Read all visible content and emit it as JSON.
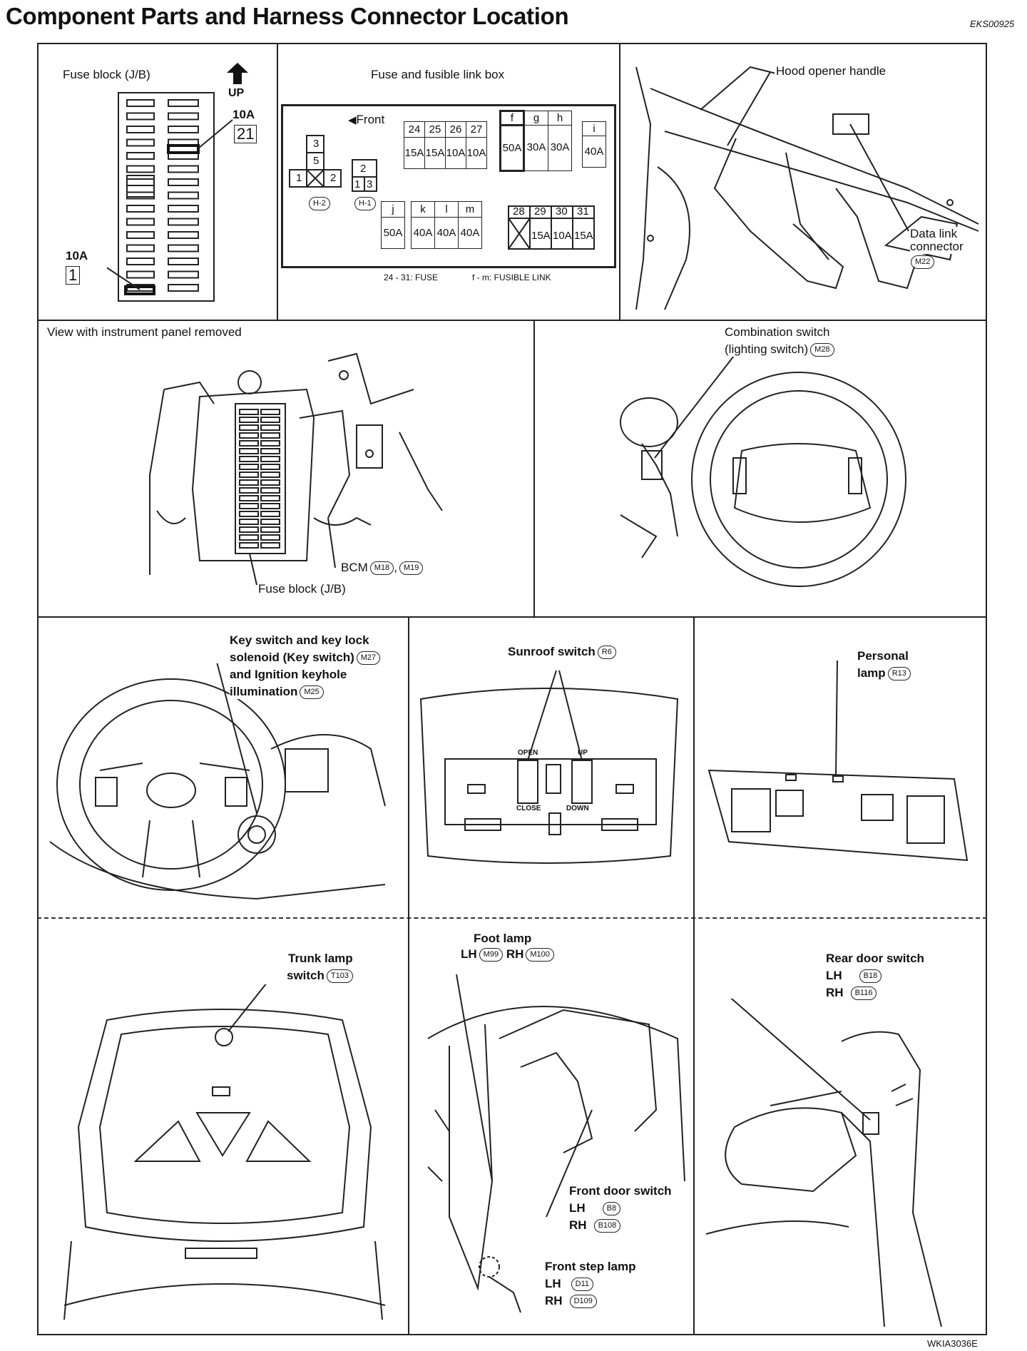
{
  "page": {
    "title": "Component Parts and Harness Connector Location",
    "code": "EKS00925",
    "figure_code": "WKIA3036E"
  },
  "fuse_block": {
    "title": "Fuse block (J/B)",
    "up": "UP",
    "top_rating": "10A",
    "top_number": "21",
    "bottom_rating": "10A",
    "bottom_number": "1"
  },
  "fuse_box": {
    "title": "Fuse and fusible link box",
    "front": "Front",
    "relay_h2": [
      "3",
      "5",
      "1",
      "2"
    ],
    "relay_h2_tag": "H-2",
    "relay_h1": [
      "2",
      "1",
      "3"
    ],
    "relay_h1_tag": "H-1",
    "top_fuses": {
      "numbers": [
        "24",
        "25",
        "26",
        "27"
      ],
      "ratings": [
        "15A",
        "15A",
        "10A",
        "10A"
      ]
    },
    "top_links": {
      "letters": [
        "f",
        "g",
        "h"
      ],
      "ratings": [
        "50A",
        "30A",
        "30A"
      ]
    },
    "link_i": {
      "letter": "i",
      "rating": "40A"
    },
    "bottom_links": {
      "letters": [
        "j",
        "k",
        "l",
        "m"
      ],
      "ratings": [
        "50A",
        "40A",
        "40A",
        "40A"
      ]
    },
    "bottom_fuses": {
      "numbers": [
        "28",
        "29",
        "30",
        "31"
      ],
      "ratings": [
        "",
        "15A",
        "10A",
        "15A"
      ]
    },
    "legend_fuse": "24 - 31: FUSE",
    "legend_link": "f - m: FUSIBLE LINK"
  },
  "hood": {
    "handle": "Hood opener handle",
    "dlc_line1": "Data link",
    "dlc_line2": "connector",
    "dlc_tag": "M22"
  },
  "panel": {
    "title": "View with instrument panel removed",
    "bcm": "BCM",
    "bcm_tag1": "M18",
    "bcm_tag2": "M19",
    "fuse_block": "Fuse block (J/B)"
  },
  "combo": {
    "line1": "Combination switch",
    "line2": "(lighting switch)",
    "tag": "M28"
  },
  "key": {
    "line1": "Key switch and key lock",
    "line2": "solenoid (Key switch)",
    "tag1": "M27",
    "line3": "and Ignition keyhole",
    "line4": "illumination",
    "tag2": "M25"
  },
  "sunroof": {
    "label": "Sunroof switch",
    "tag": "R6",
    "open": "OPEN",
    "up": "UP",
    "close": "CLOSE",
    "down": "DOWN"
  },
  "personal": {
    "line1": "Personal",
    "line2": "lamp",
    "tag": "R13"
  },
  "trunk": {
    "line1": "Trunk lamp",
    "line2": "switch",
    "tag": "T103"
  },
  "foot": {
    "title": "Foot lamp",
    "lh": "LH",
    "lh_tag": "M99",
    "rh": "RH",
    "rh_tag": "M100",
    "door_title": "Front door switch",
    "door_lh_tag": "B8",
    "door_rh_tag": "B108",
    "step_title": "Front step lamp",
    "step_lh_tag": "D11",
    "step_rh_tag": "D109"
  },
  "rear": {
    "title": "Rear door switch",
    "lh": "LH",
    "lh_tag": "B18",
    "rh": "RH",
    "rh_tag": "B116"
  }
}
